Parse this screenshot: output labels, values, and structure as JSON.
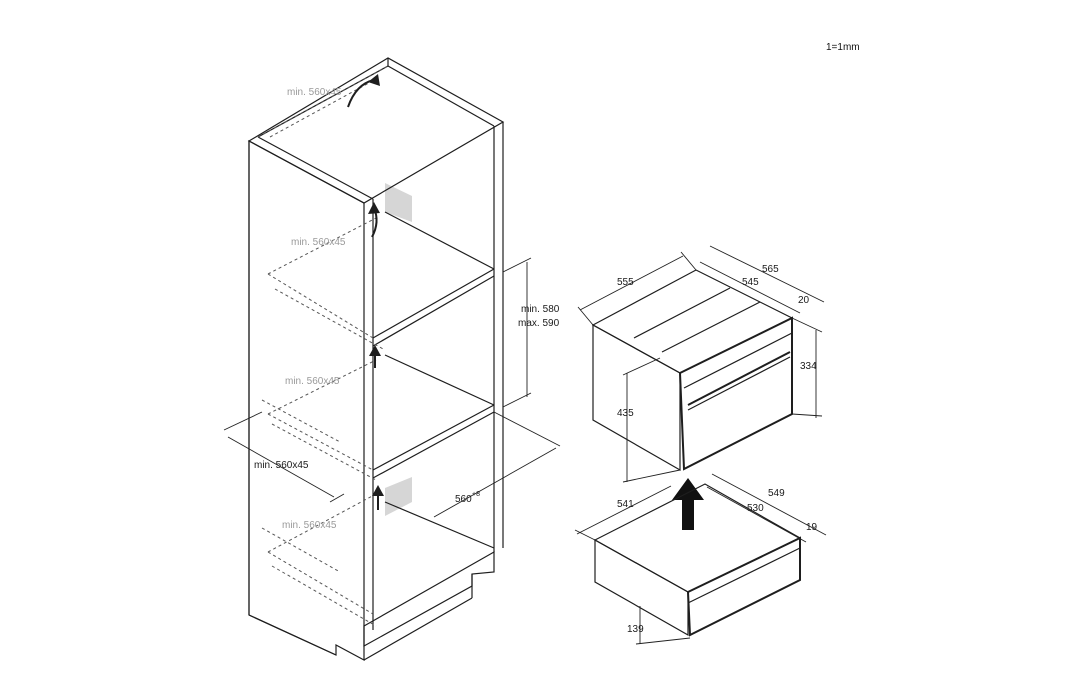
{
  "scale_note": "1=1mm",
  "cabinet": {
    "vent_top": "min. 560x45",
    "vent_shelf_1": "min. 560x45",
    "vent_shelf_2": "min. 560x45",
    "vent_shelf_3": "min. 560x45",
    "niche_height": "min. 580",
    "niche_height_max": "max. 590",
    "niche_width": "min. 560x45",
    "niche_depth": "560",
    "niche_depth_sup": "+8"
  },
  "appliance": {
    "width_front": "555",
    "depth_total": "565",
    "depth_body": "545",
    "door_thickness": "20",
    "front_height": "334",
    "body_height": "435"
  },
  "drawer": {
    "width": "541",
    "depth_total": "549",
    "depth_body": "530",
    "front_thickness": "19",
    "height": "139"
  },
  "colors": {
    "line": "#1e1e1e",
    "vent": "#9a9a9a",
    "shade": "#d6d6d6"
  },
  "icons": {
    "vent_arrow": "curved-arrow-icon",
    "install_arrow": "up-arrow-icon"
  }
}
